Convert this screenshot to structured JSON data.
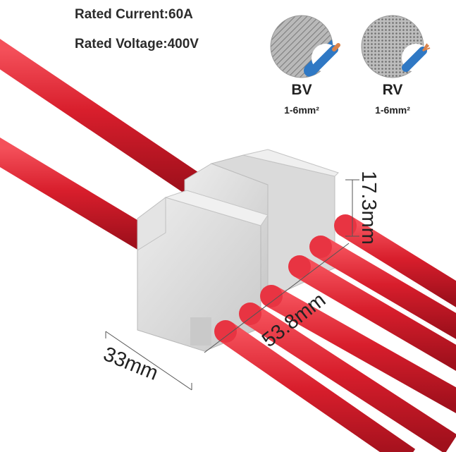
{
  "specs": {
    "current": "Rated Current:60A",
    "voltage": "Rated Voltage:400V"
  },
  "wire_types": [
    {
      "name": "BV",
      "range": "1-6mm²",
      "icon": "solid-conductor-wire-icon"
    },
    {
      "name": "RV",
      "range": "1-6mm²",
      "icon": "stranded-conductor-wire-icon"
    }
  ],
  "dimensions": {
    "height": "17.3mm",
    "length": "53.8mm",
    "width": "33mm"
  },
  "colors": {
    "wire": "#d81e2c",
    "housing": "#d9d9d9",
    "insulation_blue": "#2f78c4",
    "copper": "#d9824a"
  }
}
